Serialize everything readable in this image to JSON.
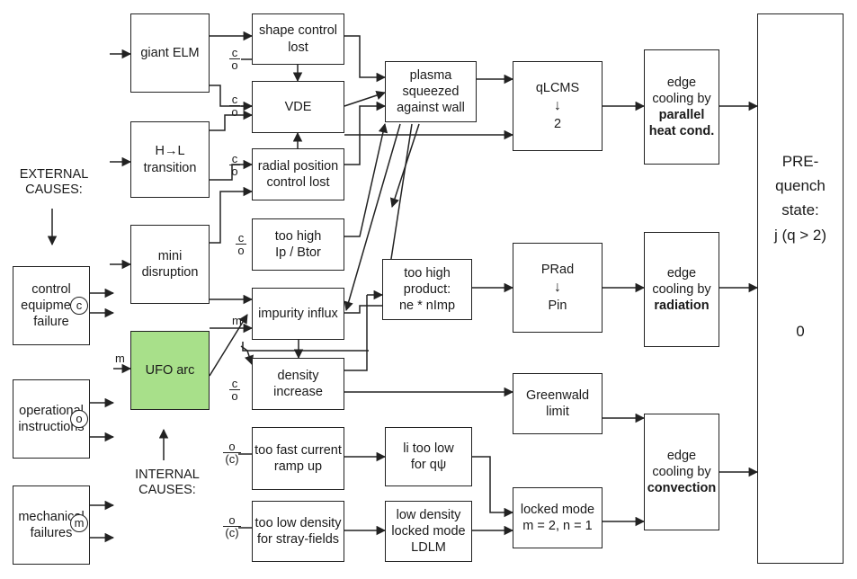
{
  "labels": {
    "external_causes": "EXTERNAL CAUSES:",
    "internal_causes": "INTERNAL CAUSES:"
  },
  "nodes": {
    "giant_elm": "giant ELM",
    "h_l_transition": "H→L transition",
    "mini_disruption": "mini disruption",
    "control_failure": "control equipment failure",
    "ufo_arc": "UFO arc",
    "operational_instructions": "operational instructions",
    "mechanical_failures": "mechanical failures",
    "shape_control_lost": "shape control lost",
    "vde": "VDE",
    "radial_position": "radial position control lost",
    "too_high_ip": "too high",
    "too_high_ip_formula": "Ip / Btor",
    "impurity_influx": "impurity influx",
    "density_increase": "density increase",
    "too_fast_current": "too fast current ramp up",
    "too_low_density": "too low density for stray-fields",
    "plasma_squeezed": "plasma squeezed against wall",
    "too_high_product": "too high product:",
    "too_high_product_formula": "ne * nImp",
    "li_too_low": "li too low",
    "li_too_low_2": "for qψ",
    "low_density_ldlm": "low density locked mode LDLM",
    "q_lcms": "qLCMS",
    "q_2": "2",
    "p_rad": "PRad",
    "p_in": "Pin",
    "greenwald": "Greenwald limit",
    "locked_mode": "locked mode",
    "locked_mode_2": "m = 2, n = 1",
    "edge_parallel_1": "edge cooling by",
    "edge_parallel_2": "parallel heat cond.",
    "edge_radiation_1": "edge cooling by",
    "edge_radiation_2": "radiation",
    "edge_convection_1": "edge cooling by",
    "edge_convection_2": "convection",
    "prequench_1": "PRE-quench state:",
    "prequench_2": "j (q > 2)",
    "prequench_3": "0"
  },
  "marks": {
    "c": "c",
    "o": "o",
    "m": "m",
    "c_paren": "(c)",
    "circ_c": "c",
    "circ_o": "o",
    "circ_m": "m"
  }
}
